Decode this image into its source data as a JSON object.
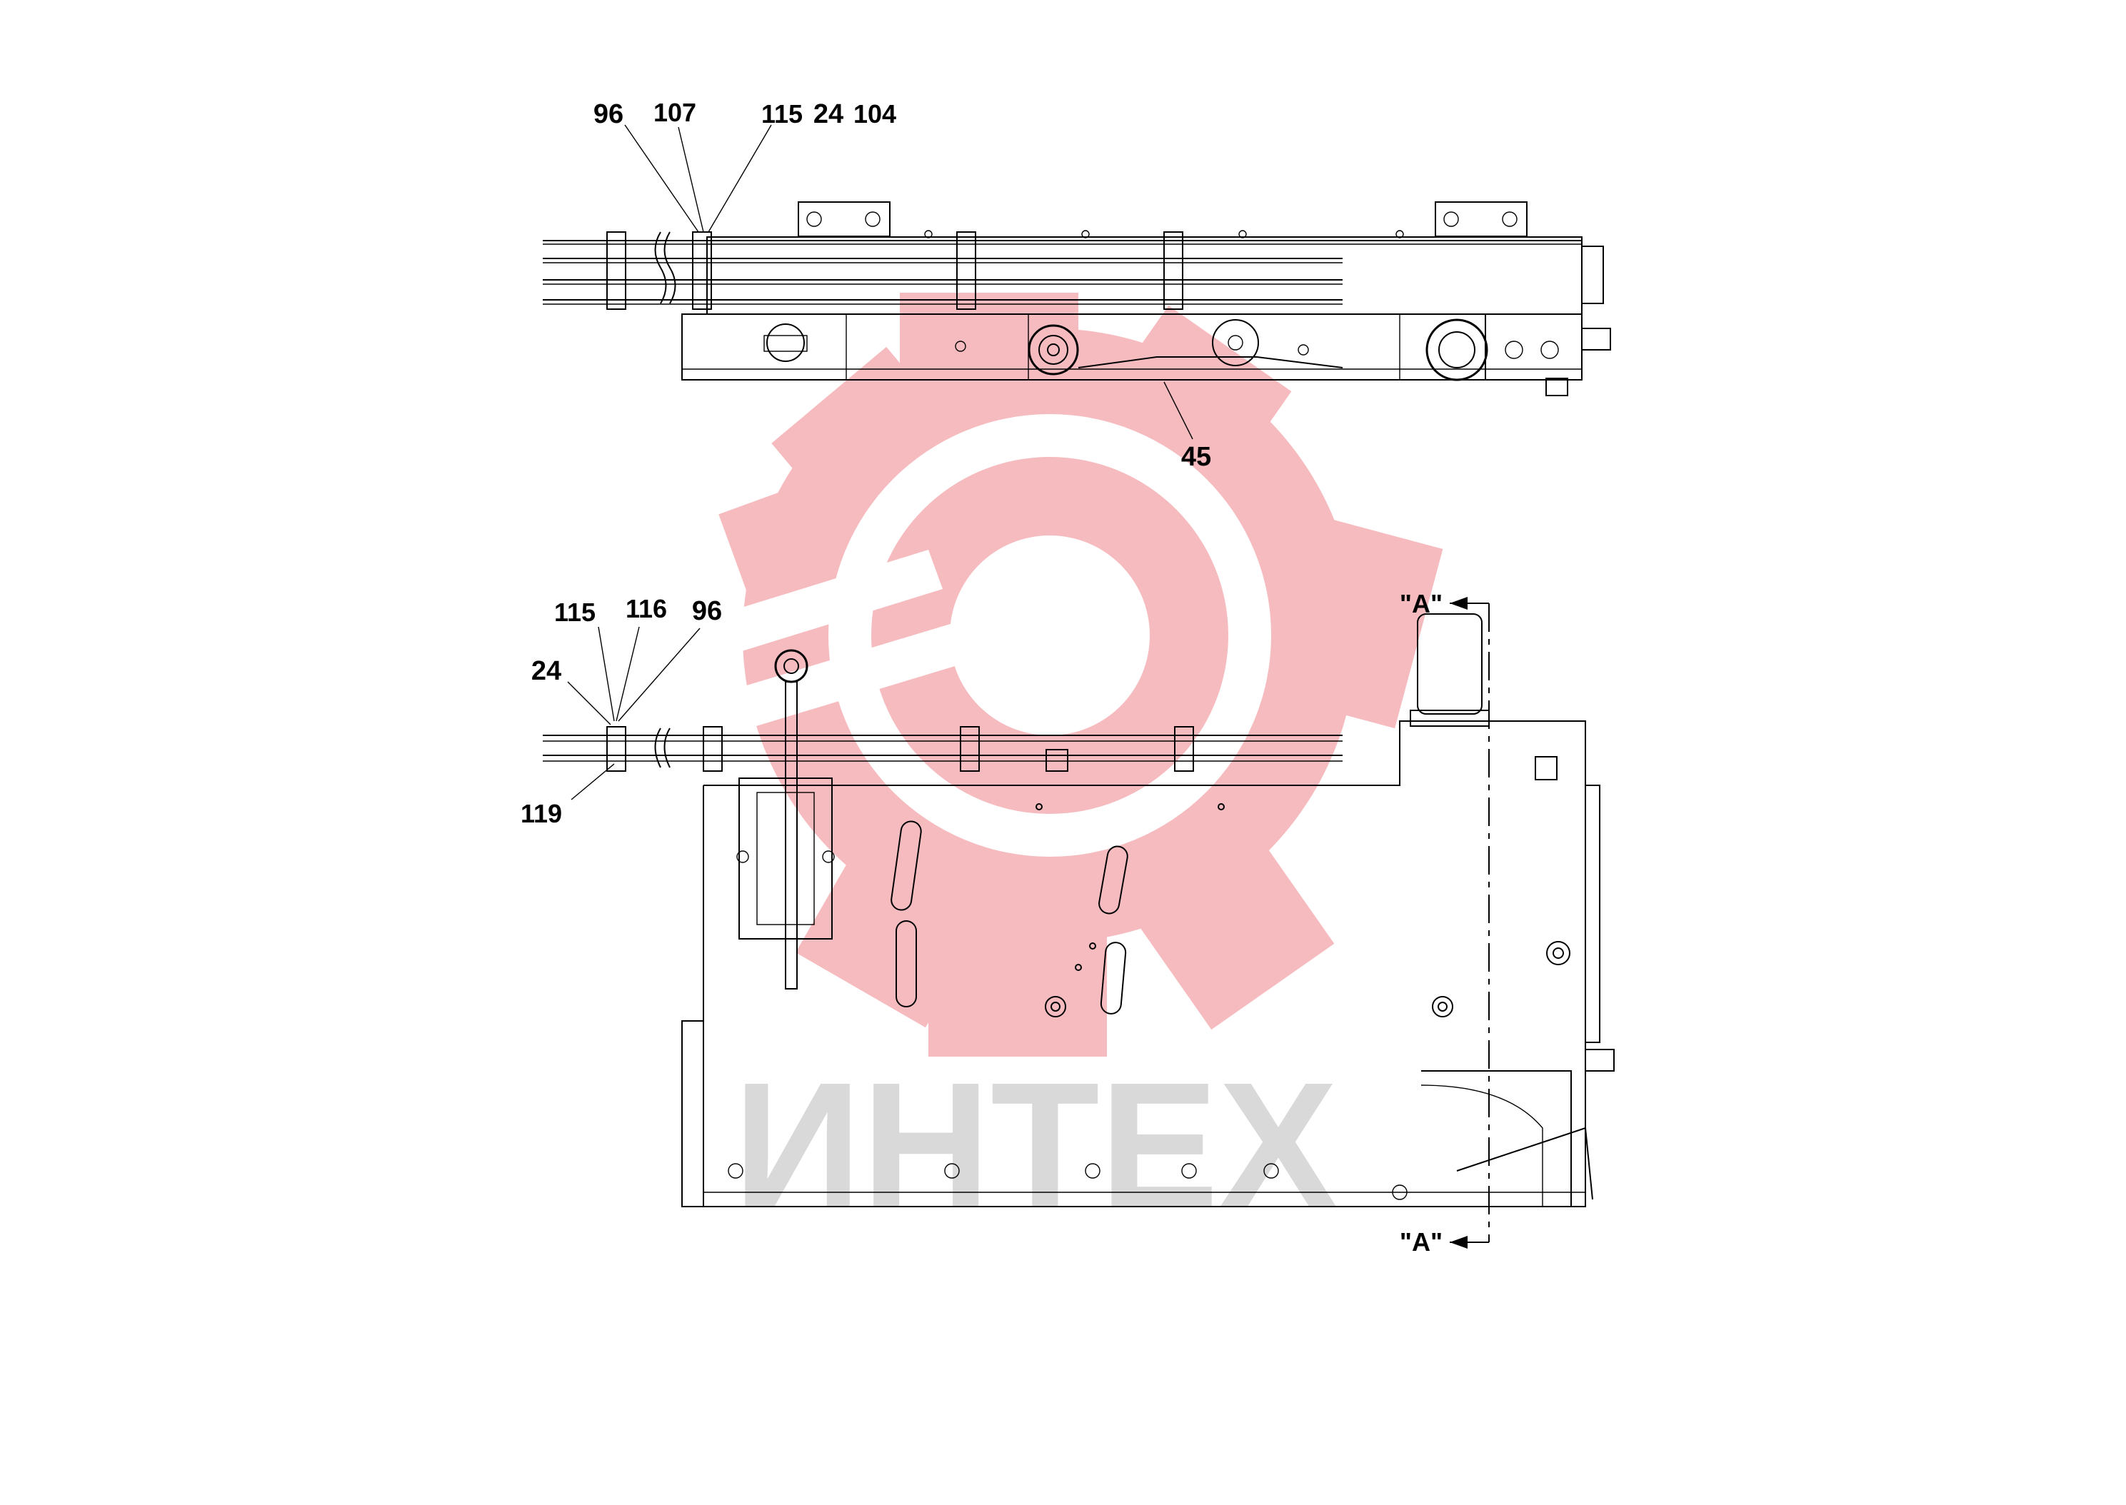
{
  "watermark": {
    "text": "ИНТЕХ",
    "gear_color": "#f6b8bc",
    "text_color": "#d9d9d9"
  },
  "top_view": {
    "callouts": [
      {
        "id": "c96",
        "text": "96"
      },
      {
        "id": "c107",
        "text": "107"
      },
      {
        "id": "c115",
        "text": "115"
      },
      {
        "id": "c24",
        "text": "24"
      },
      {
        "id": "c104",
        "text": "104"
      },
      {
        "id": "c45",
        "text": "45"
      }
    ]
  },
  "front_view": {
    "callouts": [
      {
        "id": "c115b",
        "text": "115"
      },
      {
        "id": "c116",
        "text": "116"
      },
      {
        "id": "c96b",
        "text": "96"
      },
      {
        "id": "c24b",
        "text": "24"
      },
      {
        "id": "c119",
        "text": "119"
      }
    ],
    "section_marks": {
      "top": "\"A\"",
      "bottom": "\"A\""
    }
  }
}
